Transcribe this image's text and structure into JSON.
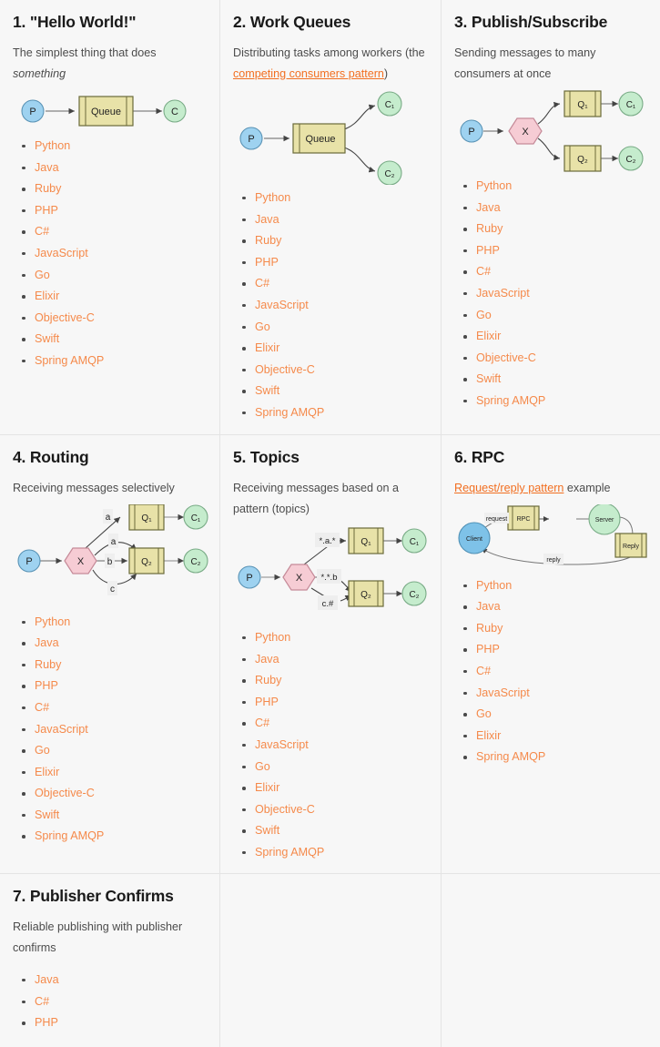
{
  "theme": {
    "page_bg": "#f7f7f7",
    "cell_border": "#e4e4e4",
    "title_color": "#1a1a1a",
    "text_color": "#4c4c4c",
    "link_orange": "#f26f21",
    "lang_orange": "#f58a4b",
    "queue_fill": "#e8e2a8",
    "queue_stroke": "#9a9455",
    "producer_fill": "#9ed2f0",
    "consumer_fill": "#c5eccd",
    "exchange_fill": "#f6ccd4",
    "exchange_stroke": "#c58a98",
    "edge_stroke": "#555555"
  },
  "languages": {
    "full": [
      "Python",
      "Java",
      "Ruby",
      "PHP",
      "C#",
      "JavaScript",
      "Go",
      "Elixir",
      "Objective-C",
      "Swift",
      "Spring AMQP"
    ],
    "rpc": [
      "Python",
      "Java",
      "Ruby",
      "PHP",
      "C#",
      "JavaScript",
      "Go",
      "Elixir",
      "Spring AMQP"
    ],
    "confirms": [
      "Java",
      "C#",
      "PHP"
    ]
  },
  "tutorials": [
    {
      "id": "hello-world",
      "title": "1. \"Hello World!\"",
      "desc_plain": "The simplest thing that does ",
      "desc_em": "something",
      "desc_tail": "",
      "diagram": {
        "type": "hello-world",
        "nodes": [
          {
            "name": "producer",
            "label": "P"
          },
          {
            "name": "queue",
            "label": "Queue"
          },
          {
            "name": "consumer",
            "label": "C"
          }
        ]
      },
      "langs_key": "full"
    },
    {
      "id": "work-queues",
      "title": "2. Work Queues",
      "desc_plain": "Distributing tasks among workers (the ",
      "desc_link": "competing consumers pattern",
      "desc_tail": ")",
      "diagram": {
        "type": "work-queues",
        "nodes": [
          {
            "name": "producer",
            "label": "P"
          },
          {
            "name": "queue",
            "label": "Queue"
          },
          {
            "name": "consumer-1",
            "label": "C₁"
          },
          {
            "name": "consumer-2",
            "label": "C₂"
          }
        ]
      },
      "langs_key": "full"
    },
    {
      "id": "publish-subscribe",
      "title": "3. Publish/Subscribe",
      "desc_plain": "Sending messages to many consumers at once",
      "diagram": {
        "type": "pubsub",
        "nodes": [
          {
            "name": "producer",
            "label": "P"
          },
          {
            "name": "exchange",
            "label": "X"
          },
          {
            "name": "queue-1",
            "label": "Q₁"
          },
          {
            "name": "queue-2",
            "label": "Q₂"
          },
          {
            "name": "consumer-1",
            "label": "C₁"
          },
          {
            "name": "consumer-2",
            "label": "C₂"
          }
        ]
      },
      "langs_key": "full"
    },
    {
      "id": "routing",
      "title": "4. Routing",
      "desc_plain": "Receiving messages selectively",
      "diagram": {
        "type": "routing",
        "nodes": [
          {
            "name": "producer",
            "label": "P"
          },
          {
            "name": "exchange",
            "label": "X"
          },
          {
            "name": "queue-1",
            "label": "Q₁"
          },
          {
            "name": "queue-2",
            "label": "Q₂"
          },
          {
            "name": "consumer-1",
            "label": "C₁"
          },
          {
            "name": "consumer-2",
            "label": "C₂"
          }
        ],
        "edge_labels": [
          "a",
          "a",
          "b",
          "c"
        ]
      },
      "langs_key": "full"
    },
    {
      "id": "topics",
      "title": "5. Topics",
      "desc_plain": "Receiving messages based on a pattern (topics)",
      "diagram": {
        "type": "topics",
        "nodes": [
          {
            "name": "producer",
            "label": "P"
          },
          {
            "name": "exchange",
            "label": "X"
          },
          {
            "name": "queue-1",
            "label": "Q₁"
          },
          {
            "name": "queue-2",
            "label": "Q₂"
          },
          {
            "name": "consumer-1",
            "label": "C₁"
          },
          {
            "name": "consumer-2",
            "label": "C₂"
          }
        ],
        "edge_labels": [
          "*.a.*",
          "*.*.b",
          "c.#"
        ]
      },
      "langs_key": "full"
    },
    {
      "id": "rpc",
      "title": "6. RPC",
      "desc_link": "Request/reply pattern",
      "desc_tail": " example",
      "diagram": {
        "type": "rpc",
        "nodes": [
          {
            "name": "client",
            "label": "Client"
          },
          {
            "name": "rpc-queue",
            "label": "RPC"
          },
          {
            "name": "server",
            "label": "Server"
          },
          {
            "name": "reply-queue",
            "label": "Reply"
          }
        ],
        "edge_labels": [
          "request",
          "reply"
        ]
      },
      "langs_key": "rpc"
    },
    {
      "id": "publisher-confirms",
      "title": "7. Publisher Confirms",
      "desc_plain": "Reliable publishing with publisher confirms",
      "diagram": null,
      "langs_key": "confirms"
    }
  ]
}
